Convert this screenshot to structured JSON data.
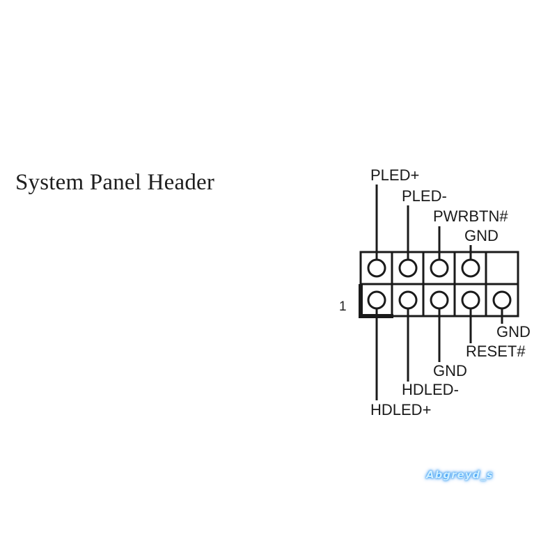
{
  "title": "System Panel Header",
  "pin_one_marker": "1",
  "top_row_labels": [
    "PLED+",
    "PLED-",
    "PWRBTN#",
    "GND"
  ],
  "bottom_row_labels": [
    "HDLED+",
    "HDLED-",
    "GND",
    "RESET#",
    "GND"
  ],
  "watermark": "Abgreyd_s",
  "colors": {
    "line": "#1a1a1a",
    "background": "#ffffff",
    "watermark_glow": "#2aa0ff"
  }
}
